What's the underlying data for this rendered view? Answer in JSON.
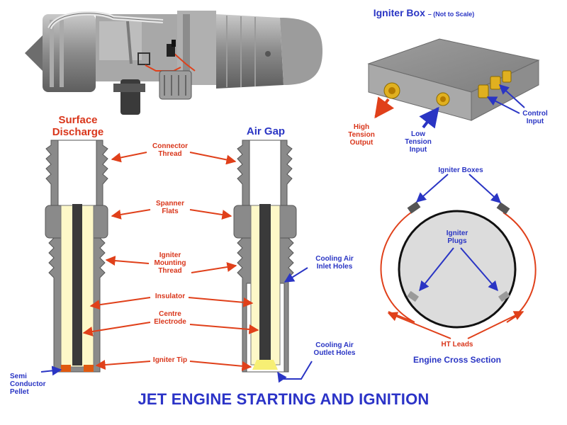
{
  "title": "JET ENGINE STARTING AND IGNITION",
  "colors": {
    "label_red": "#d9361b",
    "label_blue": "#2a35c4",
    "igniter_body": "#7a7a7a",
    "insulator": "#fdf8c8",
    "electrode": "#3a3a3a",
    "pellet": "#e05a10",
    "ht_lead": "#e0401a",
    "box_metal": "#9a9a9a",
    "connector": "#e0b020",
    "engine_disc": "#dcdcdc"
  },
  "engine_image": {
    "icon": "jet-engine-cutaway"
  },
  "igniter_box": {
    "title": "Igniter Box",
    "subtitle": "– (Not to Scale)",
    "high_tension_output": [
      "High",
      "Tension",
      "Output"
    ],
    "low_tension_input": [
      "Low",
      "Tension",
      "Input"
    ],
    "control_input": [
      "Control",
      "Input"
    ]
  },
  "plugs": {
    "surface_discharge_title": [
      "Surface",
      "Discharge"
    ],
    "air_gap_title": "Air Gap",
    "connector_thread": [
      "Connector",
      "Thread"
    ],
    "spanner_flats": [
      "Spanner",
      "Flats"
    ],
    "igniter_mounting_thread": [
      "Igniter",
      "Mounting",
      "Thread"
    ],
    "insulator": "Insulator",
    "centre_electrode": [
      "Centre",
      "Electrode"
    ],
    "igniter_tip": "Igniter Tip",
    "semi_conductor_pellet": [
      "Semi",
      "Conductor",
      "Pellet"
    ],
    "cooling_air_inlet_holes": [
      "Cooling Air",
      "Inlet Holes"
    ],
    "cooling_air_outlet_holes": [
      "Cooling Air",
      "Outlet Holes"
    ]
  },
  "cross_section": {
    "igniter_boxes": "Igniter Boxes",
    "igniter_plugs": [
      "Igniter",
      "Plugs"
    ],
    "ht_leads": "HT Leads",
    "caption": "Engine Cross Section"
  }
}
